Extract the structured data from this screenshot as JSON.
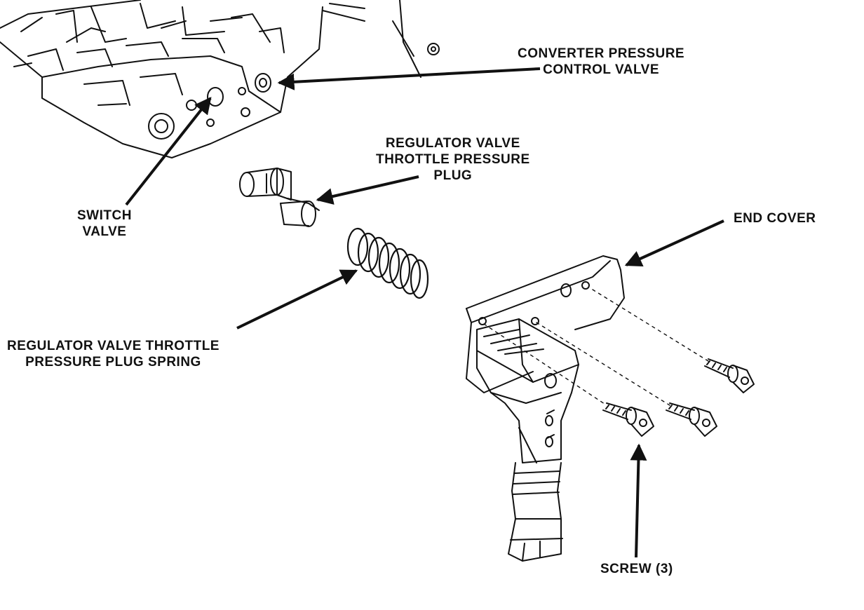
{
  "labels": {
    "converter_pressure_control_valve": {
      "line1": "CONVERTER PRESSURE",
      "line2": "CONTROL VALVE"
    },
    "regulator_valve_throttle_pressure_plug": {
      "line1": "REGULATOR VALVE",
      "line2": "THROTTLE PRESSURE",
      "line3": "PLUG"
    },
    "switch_valve": {
      "line1": "SWITCH",
      "line2": "VALVE"
    },
    "end_cover": {
      "line1": "END COVER"
    },
    "regulator_valve_throttle_pressure_plug_spring": {
      "line1": "REGULATOR VALVE THROTTLE",
      "line2": "PRESSURE PLUG SPRING"
    },
    "screw": {
      "line1": "SCREW (3)"
    }
  },
  "colors": {
    "ink": "#111111",
    "paper": "#ffffff"
  }
}
